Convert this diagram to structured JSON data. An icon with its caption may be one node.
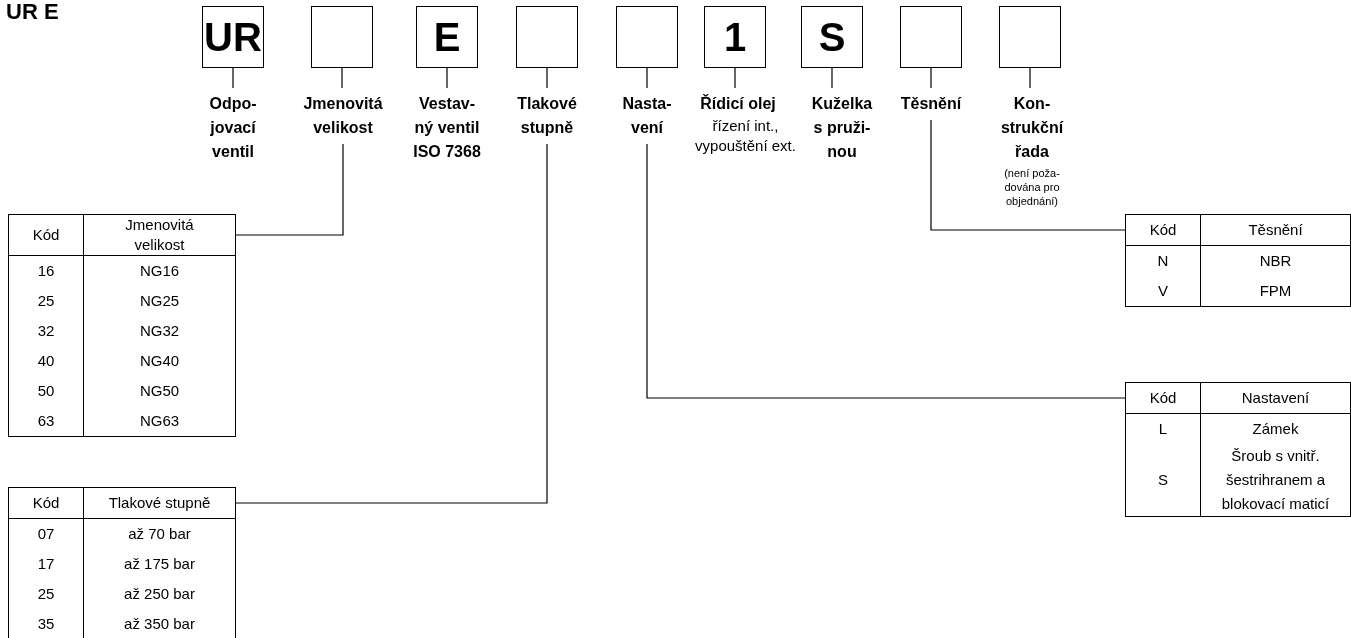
{
  "diagram": {
    "title": "UR E",
    "nodes": [
      {
        "text": [
          "UR"
        ]
      },
      {
        "text": [],
        "shape": "box"
      },
      {
        "text": [
          "E"
        ]
      },
      {
        "text": [],
        "shape": "box"
      },
      {
        "text": [],
        "shape": "box"
      },
      {
        "text": [
          "1"
        ]
      },
      {
        "text": [
          "S"
        ]
      },
      {
        "text": [],
        "shape": "box"
      },
      {
        "text": [],
        "shape": "box"
      },
      {
        "text": [
          "Odpo- jovací ventil"
        ]
      },
      {
        "text": [
          "Jmenovitá velikost"
        ]
      },
      {
        "text": [
          "Vestav- ný ventil ISO 7368"
        ]
      },
      {
        "text": [
          "Tlakové stupně"
        ]
      },
      {
        "text": [
          "Nasta- vení"
        ]
      },
      {
        "text": [
          "Řídicí olej",
          "řízení int., vypouštění ext."
        ]
      },
      {
        "text": [
          "Kuželka s pruži- nou"
        ]
      },
      {
        "text": [
          "Těsnění"
        ]
      },
      {
        "text": [
          "Kon- strukční řada",
          "(není poža- dována pro objednání)"
        ]
      },
      {
        "text": [
          "Kód",
          "Jmenovitá velikost",
          "16",
          "NG16",
          "25",
          "NG25",
          "32",
          "NG32",
          "40",
          "NG40",
          "50",
          "NG50",
          "63",
          "NG63"
        ]
      },
      {
        "text": [
          "Kód",
          "Těsnění",
          "N",
          "NBR",
          "V",
          "FPM"
        ]
      },
      {
        "text": [
          "Kód",
          "Nastavení",
          "L",
          "Zámek",
          "S",
          "Šroub s vnitř. šestrihranem a blokovací maticí"
        ]
      },
      {
        "text": [
          "Kód",
          "Tlakové stupně",
          "07",
          "až 70 bar",
          "17",
          "až 175 bar",
          "25",
          "až 250 bar",
          "35",
          "až 350 bar"
        ]
      }
    ],
    "edges": [
      {
        "from": 0,
        "to": 9,
        "arrow": "none"
      },
      {
        "from": 1,
        "to": 10,
        "arrow": "none"
      },
      {
        "from": 2,
        "to": 11,
        "arrow": "none"
      },
      {
        "from": 3,
        "to": 12,
        "arrow": "none"
      },
      {
        "from": 4,
        "to": 13,
        "arrow": "none"
      },
      {
        "from": 5,
        "to": 14,
        "arrow": "none"
      },
      {
        "from": 6,
        "to": 15,
        "arrow": "none"
      },
      {
        "from": 7,
        "to": 16,
        "arrow": "none"
      },
      {
        "from": 8,
        "to": 17,
        "arrow": "none"
      },
      {
        "from": 10,
        "to": 18,
        "arrow": "none"
      },
      {
        "from": 16,
        "to": 19,
        "arrow": "none"
      },
      {
        "from": 13,
        "to": 20,
        "arrow": "none"
      },
      {
        "from": 12,
        "to": 21,
        "arrow": "none"
      }
    ]
  }
}
